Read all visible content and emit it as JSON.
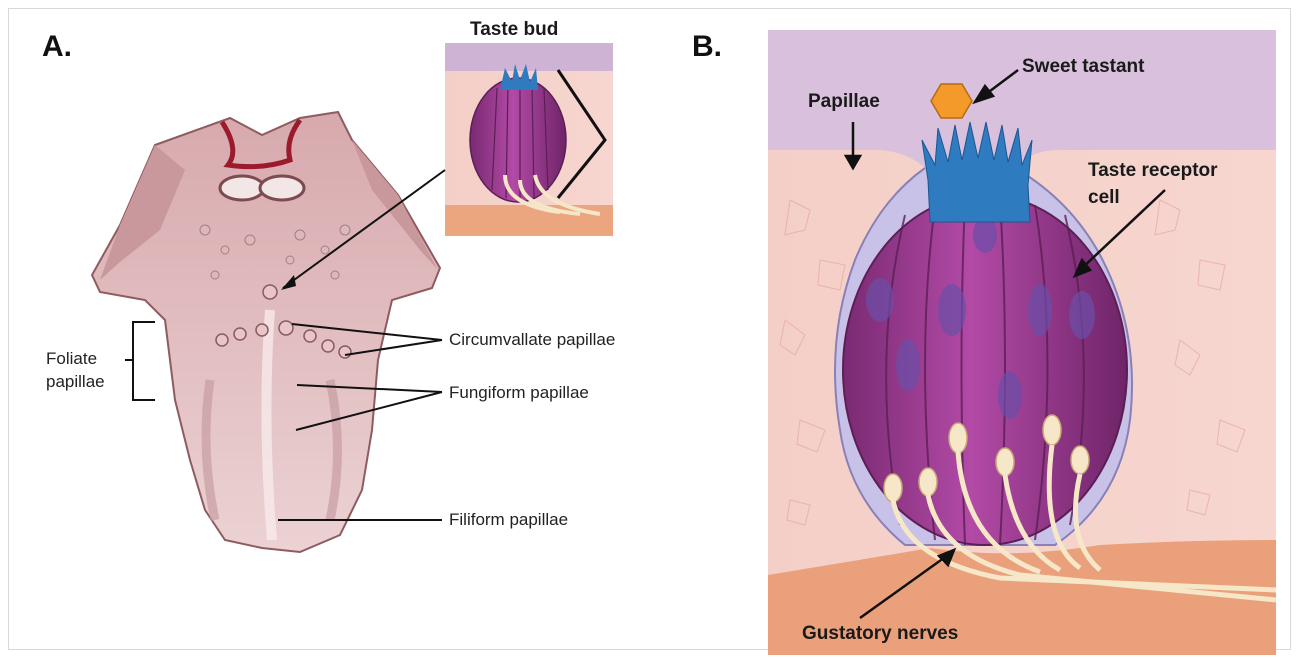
{
  "panel_a": {
    "letter": "A.",
    "inset_title": "Taste bud",
    "labels": {
      "foliate_line1": "Foliate",
      "foliate_line2": "papillae",
      "circumvallate": "Circumvallate papillae",
      "fungiform": "Fungiform papillae",
      "filiform": "Filiform papillae"
    }
  },
  "panel_b": {
    "letter": "B.",
    "labels": {
      "sweet_tastant": "Sweet tastant",
      "papillae": "Papillae",
      "taste_receptor_line1": "Taste receptor",
      "taste_receptor_line2": "cell",
      "gustatory_nerves": "Gustatory nerves"
    }
  },
  "colors": {
    "tongue": "#e8c6c8",
    "tongue_dark": "#b98f93",
    "mucosa": "#f2c9c2",
    "saliva": "#d9c0dd",
    "bud": "#9a3a8c",
    "cilia": "#2f7bc0",
    "nerve": "#f3e2c2",
    "submucosa": "#eaa07a",
    "tastant": "#f39a2a"
  }
}
